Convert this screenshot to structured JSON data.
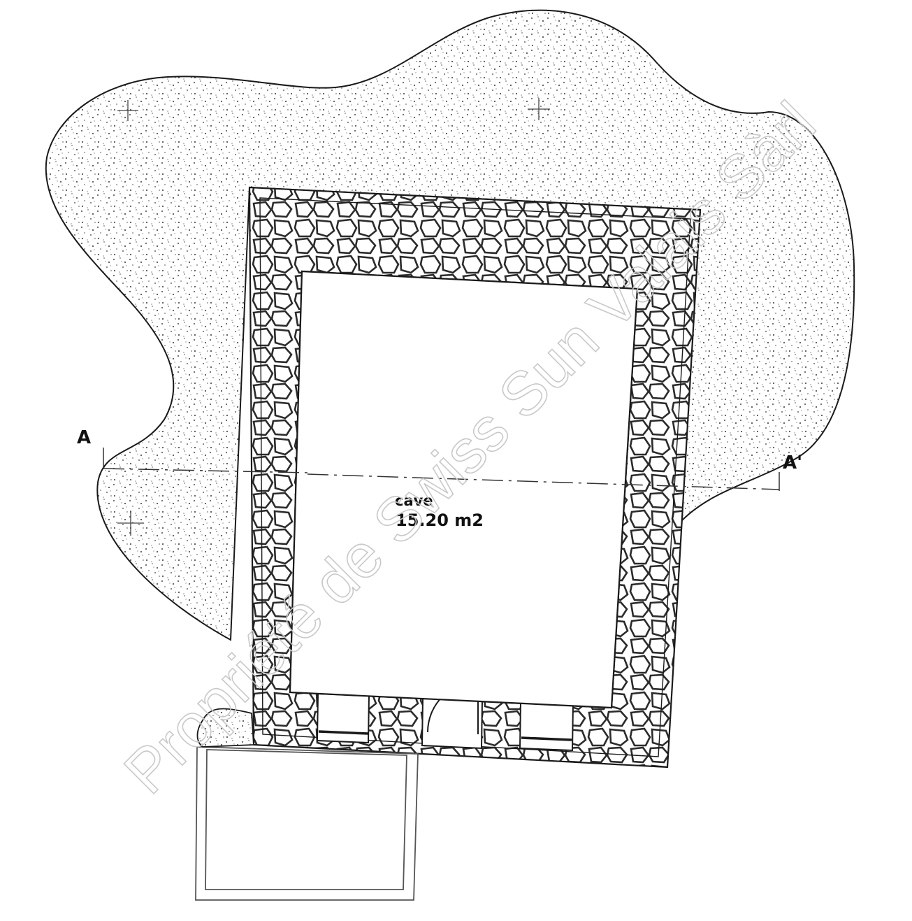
{
  "room": {
    "name": "cave",
    "area": "15.20 m2"
  },
  "section": {
    "start_label": "A",
    "end_label": "A'"
  },
  "watermark": "Propriété de Swiss Sun Valais Sàrl",
  "colors": {
    "line": "#1a1a1a",
    "stipple": "#555555",
    "stone": "#2b2b2b",
    "watermark": "#c9c9c9"
  }
}
